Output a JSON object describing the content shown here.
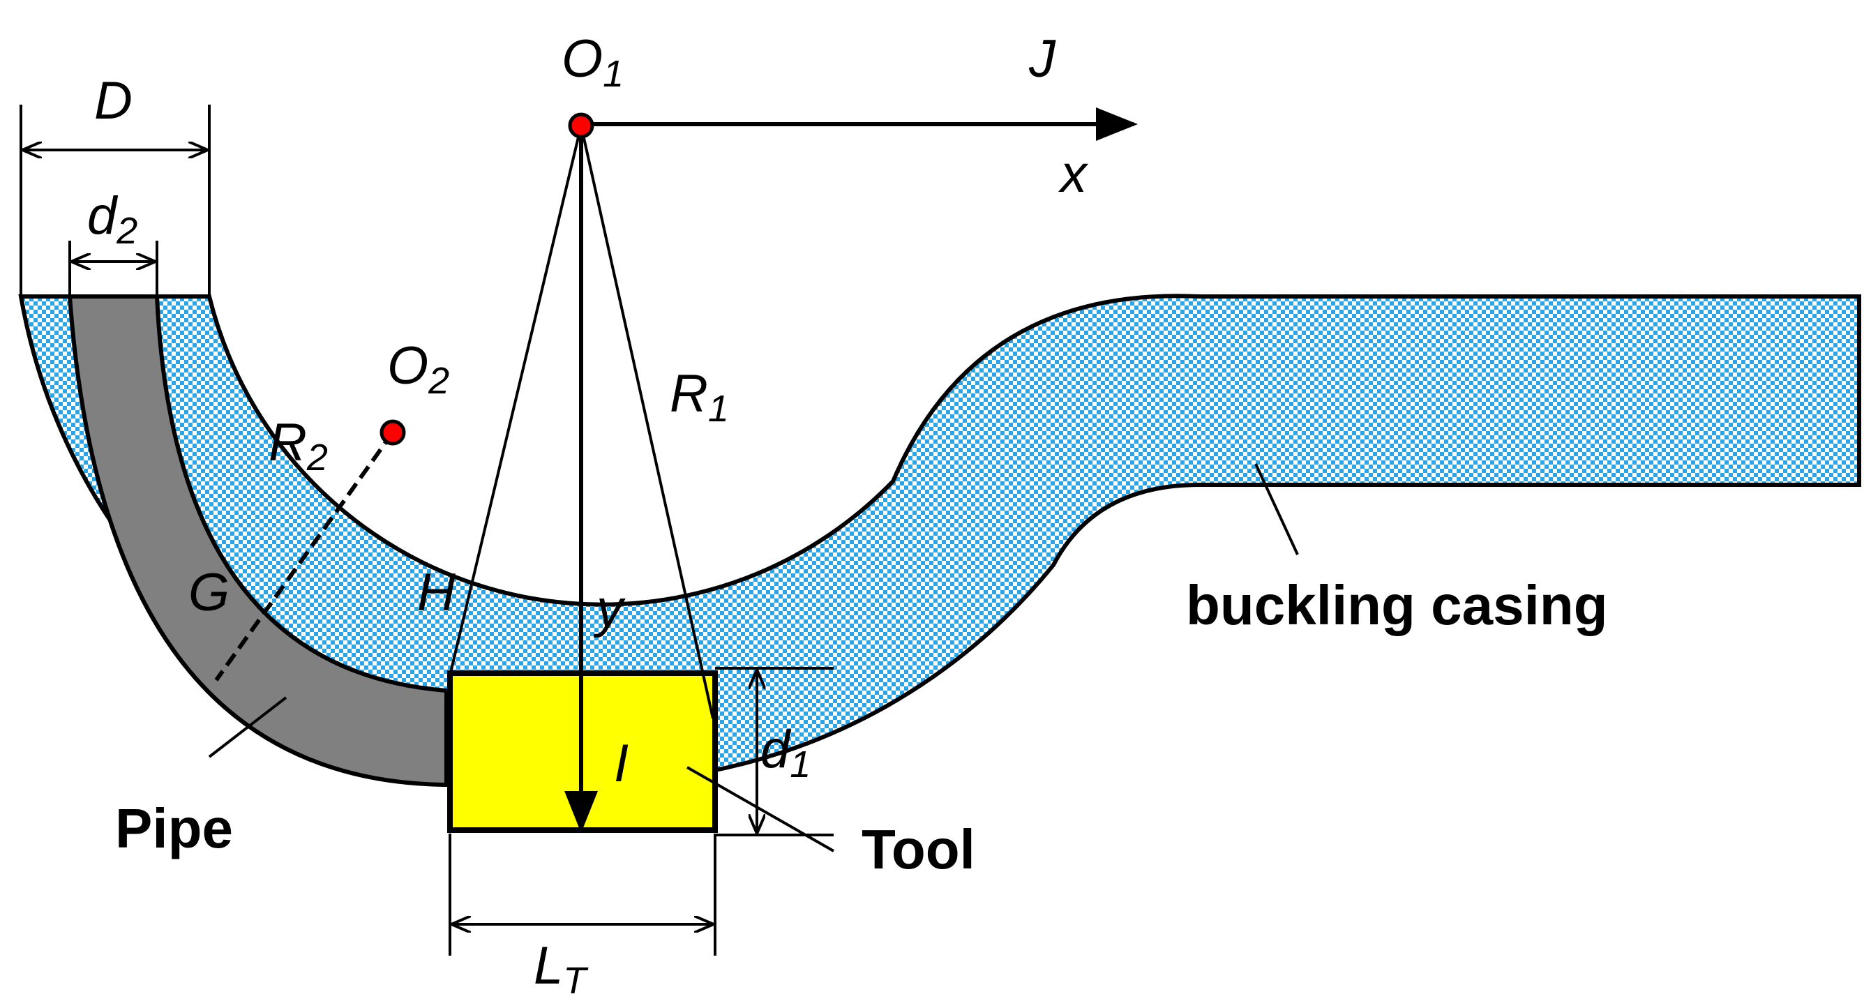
{
  "labels": {
    "o1_main": "O",
    "o1_sub": "1",
    "o2_main": "O",
    "o2_sub": "2",
    "j": "J",
    "x": "x",
    "y": "y",
    "d_outer": "D",
    "d2_main": "d",
    "d2_sub": "2",
    "d1_main": "d",
    "d1_sub": "1",
    "r1_main": "R",
    "r1_sub": "1",
    "r2_main": "R",
    "r2_sub": "2",
    "g": "G",
    "h": "H",
    "i": "I",
    "lt_main": "L",
    "lt_sub": "T",
    "pipe": "Pipe",
    "tool": "Tool",
    "buckling_casing": "buckling casing"
  },
  "colors": {
    "casing_fill": "#2aa6e8",
    "pipe_fill": "#808080",
    "tool_fill": "#ffff00",
    "point_fill": "#ff0000",
    "outline": "#000000"
  }
}
